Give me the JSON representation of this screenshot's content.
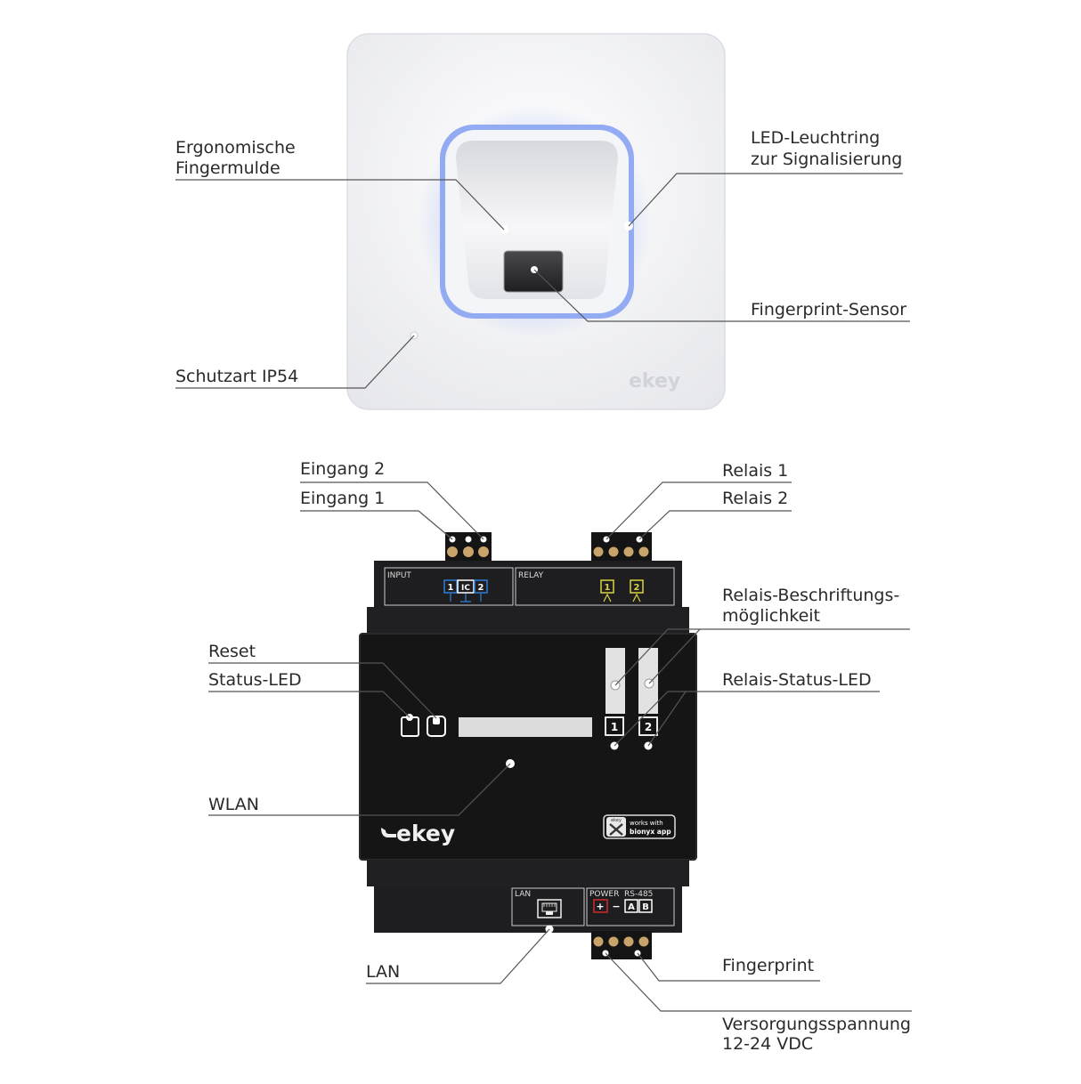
{
  "colors": {
    "reader_plate": "#f1f2f5",
    "led_ring": "#8fa8f0",
    "controller_body": "#1b1b1d",
    "controller_panel": "#111112",
    "terminal_blue": "#2f7fd8",
    "terminal_yellow": "#d9d341",
    "power_red": "#d42a2a",
    "leader_line": "#555555"
  },
  "icons": [
    "ekey-logo",
    "bionyx-app-badge",
    "ethernet-port-icon",
    "reset-button-icon",
    "status-led-icon"
  ],
  "reader": {
    "brand": "ekey",
    "labels": {
      "finger_groove_l1": "Ergonomische",
      "finger_groove_l2": "Fingermulde",
      "led_ring_l1": "LED-Leuchtring",
      "led_ring_l2": "zur Signalisierung",
      "sensor": "Fingerprint-Sensor",
      "protection": "Schutzart IP54"
    }
  },
  "controller": {
    "brand": "ekey",
    "badge_small": "ekey",
    "badge_l1": "works with",
    "badge_l2": "bionyx app",
    "panel": {
      "input": "INPUT",
      "relay": "RELAY",
      "lan": "LAN",
      "power": "POWER",
      "rs485": "RS-485",
      "in1": "1",
      "ic": "IC",
      "in2": "2",
      "rel1": "1",
      "rel2": "2",
      "plus": "+",
      "minus": "−",
      "a": "A",
      "b": "B",
      "relay_led_1": "1",
      "relay_led_2": "2"
    },
    "labels": {
      "input2": "Eingang 2",
      "input1": "Eingang 1",
      "relay1": "Relais 1",
      "relay2": "Relais 2",
      "relay_label_l1": "Relais-Beschriftungs-",
      "relay_label_l2": "möglichkeit",
      "reset": "Reset",
      "status_led": "Status-LED",
      "relay_status_led": "Relais-Status-LED",
      "wlan": "WLAN",
      "lan": "LAN",
      "fingerprint": "Fingerprint",
      "supply_l1": "Versorgungsspannung",
      "supply_l2": "12-24 VDC"
    }
  }
}
